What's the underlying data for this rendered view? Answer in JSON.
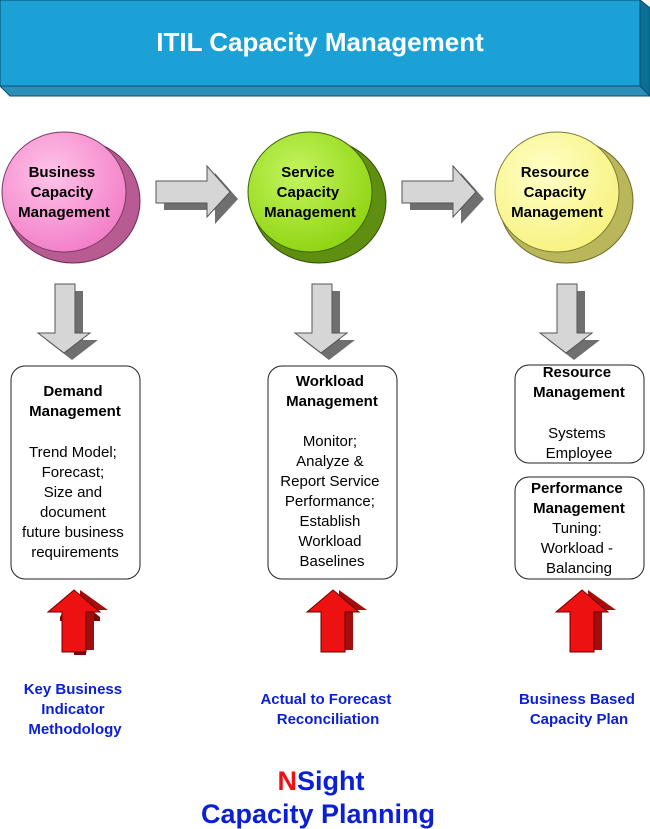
{
  "title": "ITIL Capacity Management",
  "colors": {
    "banner_front": "#1ba1d6",
    "banner_top": "#56c6ef",
    "banner_side": "#0c6f96",
    "business_circle": "#f58ccf",
    "business_circle_dark": "#b75b92",
    "service_circle": "#9fe01a",
    "service_circle_dark": "#5f8f10",
    "resource_circle": "#fbf98e",
    "resource_circle_dark": "#b9b75a",
    "arrow_gray": "#d6d6d6",
    "arrow_red": "#ee1111",
    "label_blue": "#0a1fd6",
    "brand_red": "#ee1111"
  },
  "circles": [
    {
      "lines": [
        "Business",
        "Capacity",
        "Management"
      ]
    },
    {
      "lines": [
        "Service",
        "Capacity",
        "Management"
      ]
    },
    {
      "lines": [
        "Resource",
        "Capacity",
        "Management"
      ]
    }
  ],
  "boxes": {
    "demand": {
      "heading": [
        "Demand",
        "Management"
      ],
      "body": [
        "Trend Model;",
        "Forecast;",
        "Size and",
        "document",
        "future business",
        "requirements"
      ]
    },
    "workload": {
      "heading": [
        "Workload",
        "Management"
      ],
      "body": [
        "Monitor;",
        "Analyze &",
        "Report Service",
        "Performance;",
        "Establish",
        "Workload",
        "Baselines"
      ]
    },
    "resource": {
      "heading": [
        "Resource",
        "Management"
      ],
      "body": [
        "Systems",
        "Employee"
      ]
    },
    "performance": {
      "heading": [
        "Performance",
        "Management"
      ],
      "body": [
        "Tuning:",
        "Workload -",
        "Balancing"
      ]
    }
  },
  "bottom_labels": [
    {
      "lines": [
        "Key Business",
        "Indicator",
        "Methodology"
      ]
    },
    {
      "lines": [
        "Actual to Forecast",
        "Reconciliation"
      ]
    },
    {
      "lines": [
        "Business Based",
        "Capacity Plan"
      ]
    }
  ],
  "brand": {
    "first_letter": "N",
    "rest": "Sight",
    "subtitle": "Capacity Planning"
  }
}
